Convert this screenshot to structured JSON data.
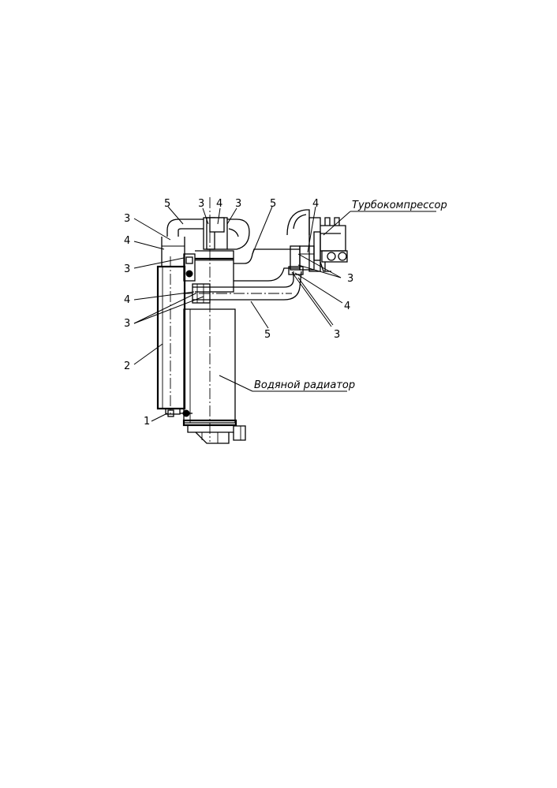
{
  "labels": {
    "turbo": "Турбокомпрессор",
    "radiator": "Водяной радиатор",
    "n1": "1",
    "n2": "2",
    "n3": "3",
    "n4": "4",
    "n5": "5"
  }
}
